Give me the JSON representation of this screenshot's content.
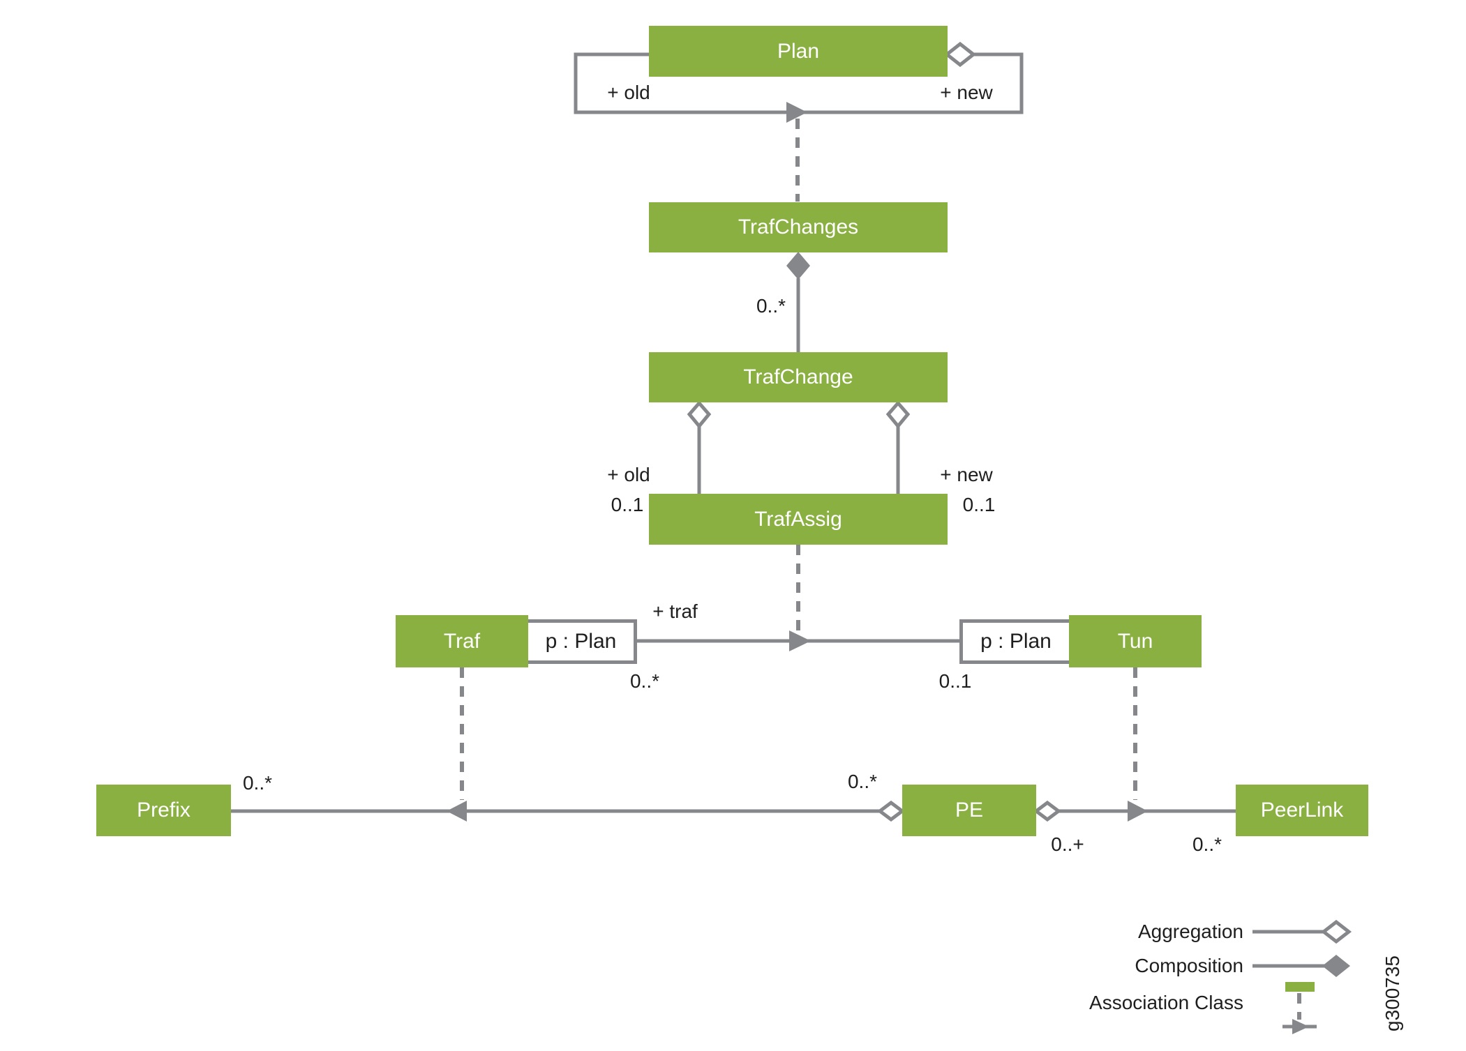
{
  "classes": {
    "plan": "Plan",
    "traf_changes": "TrafChanges",
    "traf_change": "TrafChange",
    "traf_assig": "TrafAssig",
    "traf": "Traf",
    "tun": "Tun",
    "prefix": "Prefix",
    "pe": "PE",
    "peer_link": "PeerLink"
  },
  "attribute_boxes": {
    "traf_plan": "p : Plan",
    "tun_plan": "p : Plan"
  },
  "labels": {
    "plan_old_role": "+ old",
    "plan_new_role": "+ new",
    "trafchange_mult": "0..*",
    "assig_old_role": "+ old",
    "assig_old_mult": "0..1",
    "assig_new_role": "+ new",
    "assig_new_mult": "0..1",
    "traf_role": "+ traf",
    "traf_mult": "0..*",
    "tun_mult": "0..1",
    "prefix_mult": "0..*",
    "pe_prefix_mult": "0..*",
    "pe_peerlink_mult": "0..+",
    "peerlink_mult": "0..*"
  },
  "legend": {
    "aggregation": "Aggregation",
    "composition": "Composition",
    "association_class": "Association Class"
  },
  "figure_id": "g300735",
  "colors": {
    "class_fill": "#8BB042",
    "connector_gray": "#85878A",
    "label_text": "#1E1E1E",
    "class_text": "#FFFFFF"
  }
}
